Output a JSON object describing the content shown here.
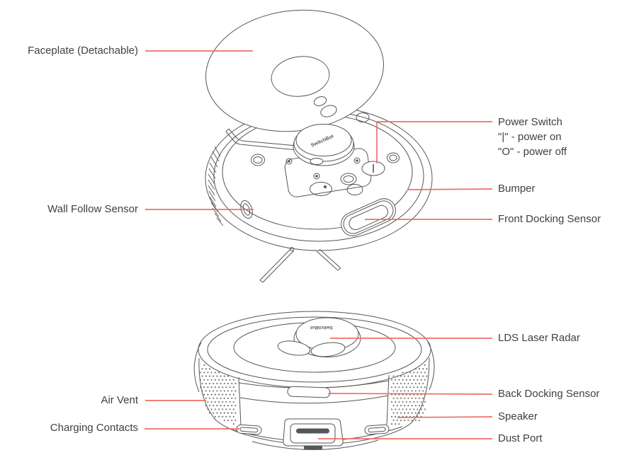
{
  "colors": {
    "background": "#ffffff",
    "line_art": "#55565a",
    "leader_line": "#ee7166",
    "label_text": "#414042"
  },
  "artwork": {
    "turret_text_top": "SwitchBot",
    "turret_text_bottom": "SwitchBot"
  },
  "labels": {
    "faceplate": "Faceplate (Detachable)",
    "wall_follow": "Wall Follow Sensor",
    "power_switch_1": "Power Switch",
    "power_switch_2": "\"|\" - power on",
    "power_switch_3": "\"O\" - power off",
    "bumper": "Bumper",
    "front_docking": "Front Docking Sensor",
    "lds": "LDS Laser Radar",
    "air_vent": "Air Vent",
    "back_docking": "Back Docking Sensor",
    "charging_contacts": "Charging Contacts",
    "speaker": "Speaker",
    "dust_port": "Dust Port"
  }
}
